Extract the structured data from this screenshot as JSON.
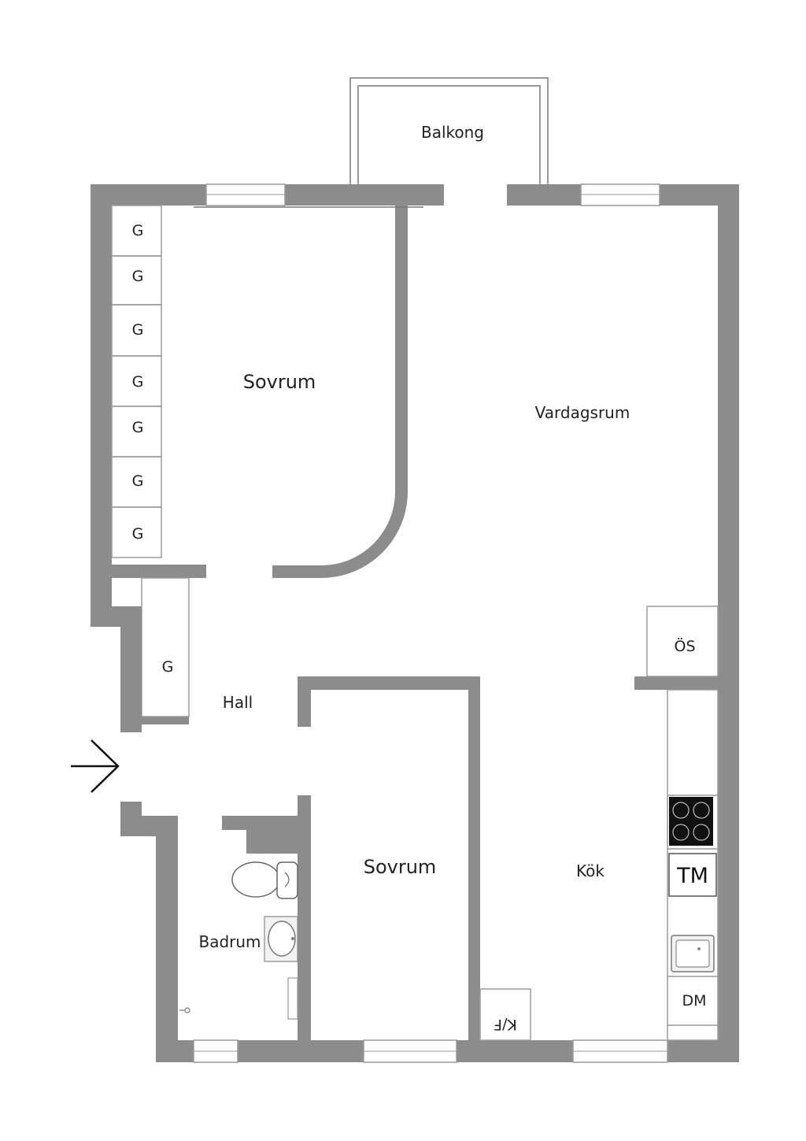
{
  "rooms": {
    "balkong": "Balkong",
    "sovrum_1": "Sovrum",
    "vardagsrum": "Vardagsrum",
    "hall": "Hall",
    "sovrum_2": "Sovrum",
    "kok": "Kök",
    "badrum": "Badrum"
  },
  "fixtures": {
    "wardrobe_label": "G",
    "oven": "ÖS",
    "tm": "TM",
    "dm": "DM",
    "kf": "K/F"
  },
  "colors": {
    "wall": "#8c8c8c",
    "line": "#555555",
    "background": "#ffffff"
  },
  "icons": {
    "entrance": "entrance-arrow-icon",
    "toilet": "toilet-icon",
    "sink": "sink-icon",
    "cooktop": "cooktop-icon",
    "kitchen_sink": "kitchen-sink-icon"
  }
}
